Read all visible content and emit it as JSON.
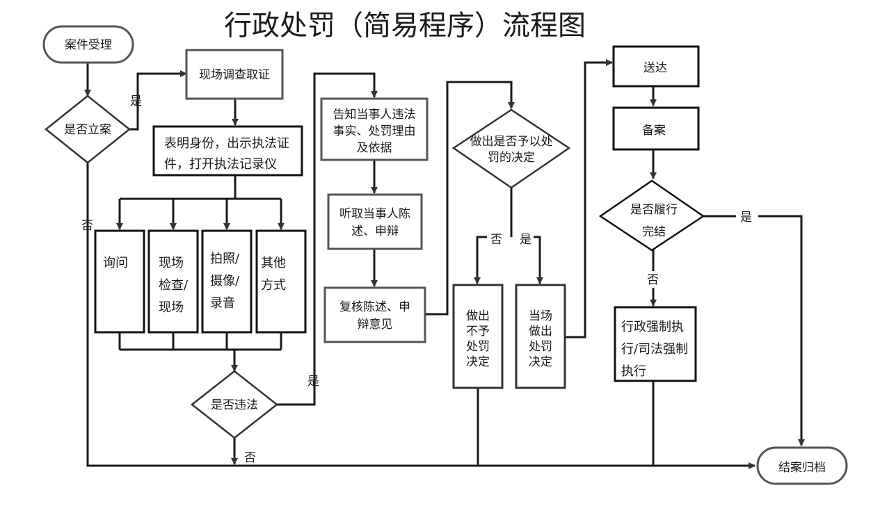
{
  "title": "行政处罚（简易程序）流程图",
  "nodes": {
    "case_accept": "案件受理",
    "filing_decision": "是否立案",
    "site_investigation": "现场调查取证",
    "show_id": [
      "表明身份，出示执法证",
      "件，打开执法记录仪"
    ],
    "inquiry": [
      "询问"
    ],
    "site_check": [
      "现场",
      "检查/",
      "现场"
    ],
    "photo_record": [
      "拍照/",
      "摄像/",
      "录音"
    ],
    "other_methods": [
      "其他",
      "方式"
    ],
    "illegal_decision": "是否违法",
    "notify_party": [
      "告知当事人违法",
      "事实、处罚理由",
      "及依据"
    ],
    "hear_party": [
      "听取当事人陈",
      "述、申辩"
    ],
    "review_opinion": [
      "复核陈述、申",
      "辩意见"
    ],
    "penalty_decision": [
      "做出是否予以处",
      "罚的决定"
    ],
    "no_penalty": [
      "做出",
      "不予",
      "处罚",
      "决定"
    ],
    "onsite_penalty": [
      "当场",
      "做出",
      "处罚",
      "决定"
    ],
    "deliver": "送达",
    "archive_record": "备案",
    "fulfill_decision": [
      "是否履行",
      "完结"
    ],
    "enforcement": [
      "行政强制执",
      "行/司法强制",
      "执行"
    ],
    "close_archive": "结案归档"
  },
  "edge_labels": {
    "yes": "是",
    "no": "否"
  },
  "colors": {
    "stroke": "#1a1a1a",
    "light_stroke": "#555555",
    "text": "#1a1a1a",
    "background": "#ffffff"
  }
}
